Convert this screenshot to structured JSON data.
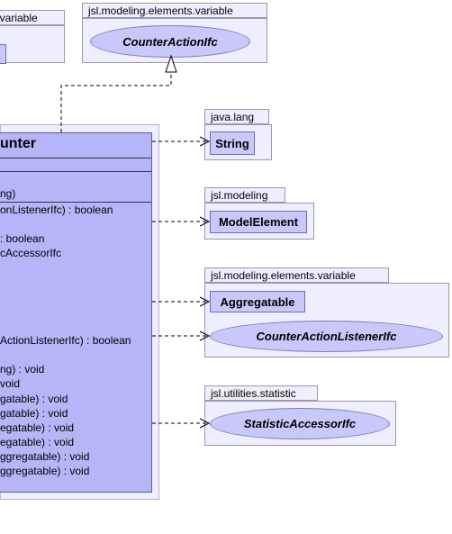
{
  "packages": {
    "left_partial": "lvariable",
    "counter_action_pkg": "jsl.modeling.elements.variable",
    "java_lang": "java.lang",
    "jsl_modeling": "jsl.modeling",
    "jsl_variable": "jsl.modeling.elements.variable",
    "jsl_statistic": "jsl.utilities.statistic"
  },
  "classes": {
    "counter_action_ifc": "CounterActionIfc",
    "string": "String",
    "model_element": "ModelElement",
    "aggregatable": "Aggregatable",
    "counter_action_listener_ifc": "CounterActionListenerIfc",
    "statistic_accessor_ifc": "StatisticAccessorIfc"
  },
  "main_class": {
    "title": "unter",
    "members": [
      "ng)",
      "onListenerIfc) : boolean",
      ": boolean",
      "cAccessorIfc",
      "ActionListenerIfc) : boolean",
      "ng) : void",
      "void",
      "gatable) : void",
      "gatable) : void",
      "egatable) : void",
      "egatable) : void",
      "ggregatable) : void",
      "ggregatable) : void"
    ]
  },
  "colors": {
    "package_fill": "#eeeeff",
    "class_fill": "#c8c8fb",
    "main_class_fill": "#b5b5f8",
    "border": "#9a9aa8"
  }
}
